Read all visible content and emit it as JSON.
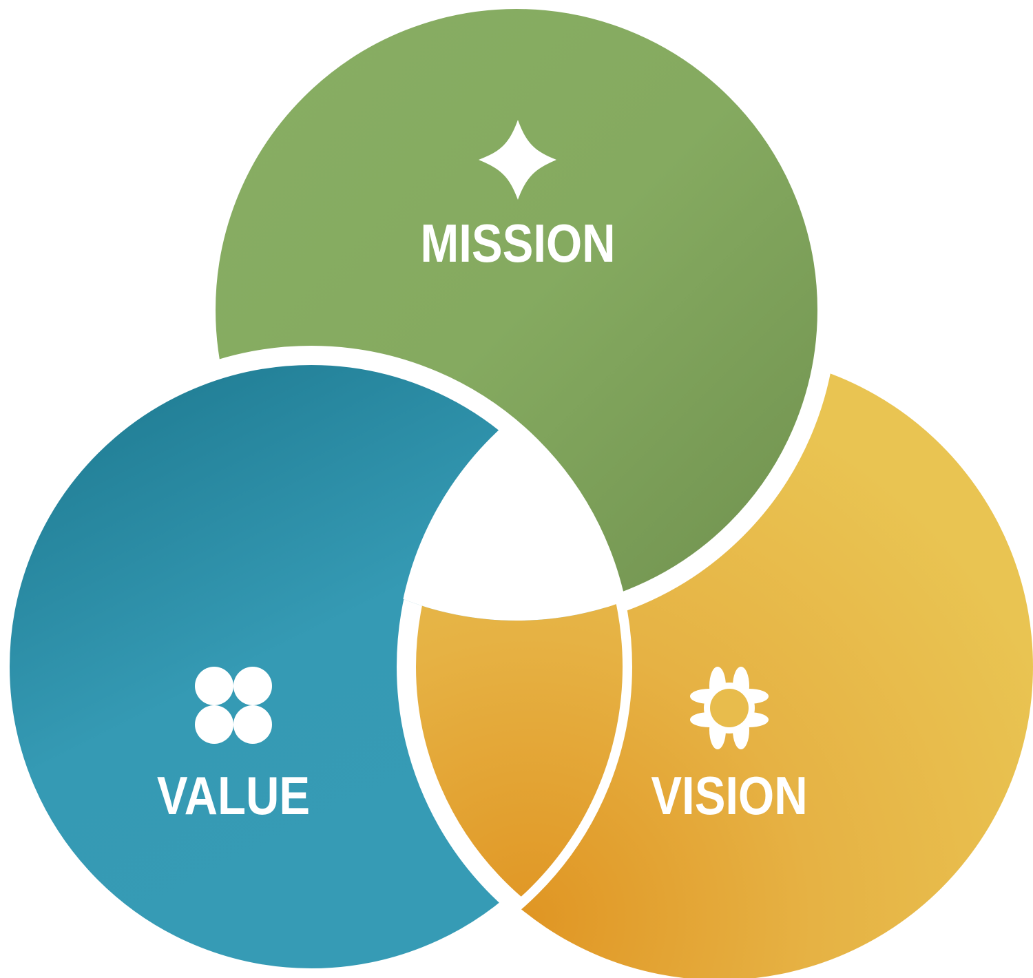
{
  "diagram": {
    "type": "three-interlocking-circles",
    "circles": [
      {
        "label": "MISSION",
        "icon": "four-point-star-icon",
        "color": "#86ac61"
      },
      {
        "label": "VALUE",
        "icon": "four-circles-icon",
        "color": "#359ab4"
      },
      {
        "label": "VISION",
        "icon": "flower-icon",
        "color": "#e9c452"
      }
    ]
  }
}
